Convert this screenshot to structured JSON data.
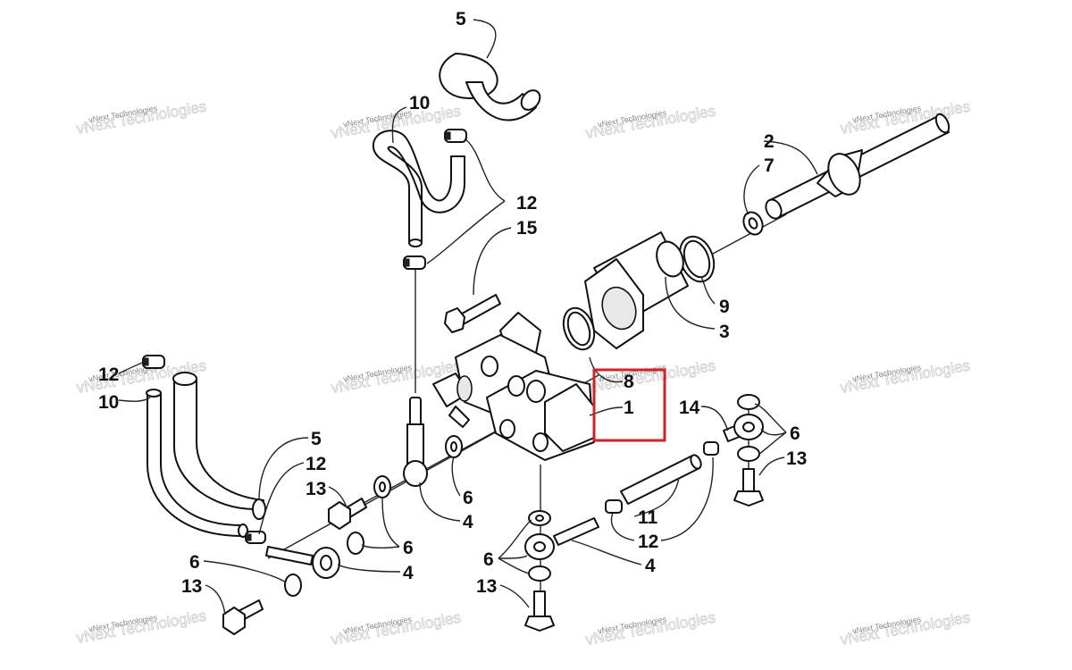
{
  "diagram": {
    "highlight_color": "#d62027",
    "watermark": {
      "small_text": "vNext Technologies",
      "big_text": "vNext Technologies"
    },
    "callouts": [
      {
        "id": "c5-top",
        "label": "5"
      },
      {
        "id": "c10-top",
        "label": "10"
      },
      {
        "id": "c12-top",
        "label": "12"
      },
      {
        "id": "c15",
        "label": "15"
      },
      {
        "id": "c2",
        "label": "2"
      },
      {
        "id": "c7",
        "label": "7"
      },
      {
        "id": "c9",
        "label": "9"
      },
      {
        "id": "c3",
        "label": "3"
      },
      {
        "id": "c8",
        "label": "8"
      },
      {
        "id": "c1",
        "label": "1"
      },
      {
        "id": "c14",
        "label": "14"
      },
      {
        "id": "c6-right",
        "label": "6"
      },
      {
        "id": "c13-right",
        "label": "13"
      },
      {
        "id": "c12-left",
        "label": "12"
      },
      {
        "id": "c10-left",
        "label": "10"
      },
      {
        "id": "c5-mid",
        "label": "5"
      },
      {
        "id": "c12-mid",
        "label": "12"
      },
      {
        "id": "c13-mid",
        "label": "13"
      },
      {
        "id": "c6-mid",
        "label": "6"
      },
      {
        "id": "c4-mid",
        "label": "4"
      },
      {
        "id": "c6-lower",
        "label": "6"
      },
      {
        "id": "c4-lower",
        "label": "4"
      },
      {
        "id": "c6-left",
        "label": "6"
      },
      {
        "id": "c13-left",
        "label": "13"
      },
      {
        "id": "c11",
        "label": "11"
      },
      {
        "id": "c12-right",
        "label": "12"
      },
      {
        "id": "c6-bottom",
        "label": "6"
      },
      {
        "id": "c4-bottom",
        "label": "4"
      },
      {
        "id": "c13-bottom",
        "label": "13"
      }
    ]
  }
}
